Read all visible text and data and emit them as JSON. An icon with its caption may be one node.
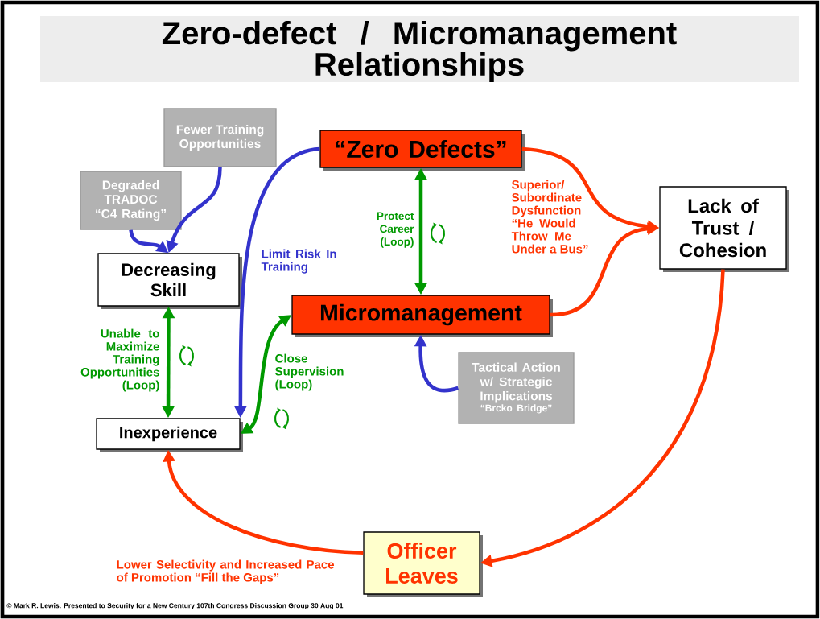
{
  "diagram": {
    "title": "Zero-defect / Micromanagement Relationships",
    "caption": "© Mark R. Lewis. Presented to Security for a New Century 107th Congress Discussion Group 30 Aug 01",
    "nodes": [
      {
        "text": [
          "“Zero Defects”"
        ]
      },
      {
        "text": [
          "Fewer Training Opportunities"
        ]
      },
      {
        "text": [
          "Degraded TRADOC “C4 Rating”"
        ]
      },
      {
        "text": [
          "Lack of Trust / Cohesion"
        ]
      },
      {
        "text": [
          "Decreasing Skill"
        ]
      },
      {
        "text": [
          "Micromanagement"
        ]
      },
      {
        "text": [
          "Tactical Action w/ Strategic Implications",
          "“Brcko Bridge”"
        ]
      },
      {
        "text": [
          "Inexperience"
        ]
      },
      {
        "text": [
          "Officer Leaves"
        ]
      }
    ],
    "edges": [
      {
        "from": 1,
        "to": 4,
        "arrow": "to",
        "color": "#3333cc"
      },
      {
        "from": 2,
        "to": 4,
        "arrow": "to",
        "color": "#3333cc"
      },
      {
        "from": 0,
        "to": 7,
        "arrow": "to",
        "color": "#3333cc",
        "label": "Limit Risk In Training"
      },
      {
        "from": 0,
        "to": 5,
        "arrow": "both",
        "color": "#009900",
        "label": "Protect Career (Loop)"
      },
      {
        "from": 0,
        "to": 3,
        "arrow": "to",
        "color": "#ff3300",
        "label": "Superior/ Subordinate Dysfunction “He Would Throw Me Under a Bus”"
      },
      {
        "from": 5,
        "to": 3,
        "arrow": "to",
        "color": "#ff3300"
      },
      {
        "from": 6,
        "to": 5,
        "arrow": "to",
        "color": "#3333cc"
      },
      {
        "from": 4,
        "to": 7,
        "arrow": "both",
        "color": "#009900",
        "label": "Unable to Maximize Training Opportunities (Loop)"
      },
      {
        "from": 7,
        "to": 5,
        "arrow": "both",
        "color": "#009900",
        "label": "Close Supervision (Loop)"
      },
      {
        "from": 3,
        "to": 8,
        "arrow": "to",
        "color": "#ff3300"
      },
      {
        "from": 8,
        "to": 7,
        "arrow": "to",
        "color": "#ff3300",
        "label": "Lower Selectivity and Increased Pace of Promotion “Fill the Gaps”"
      }
    ]
  }
}
